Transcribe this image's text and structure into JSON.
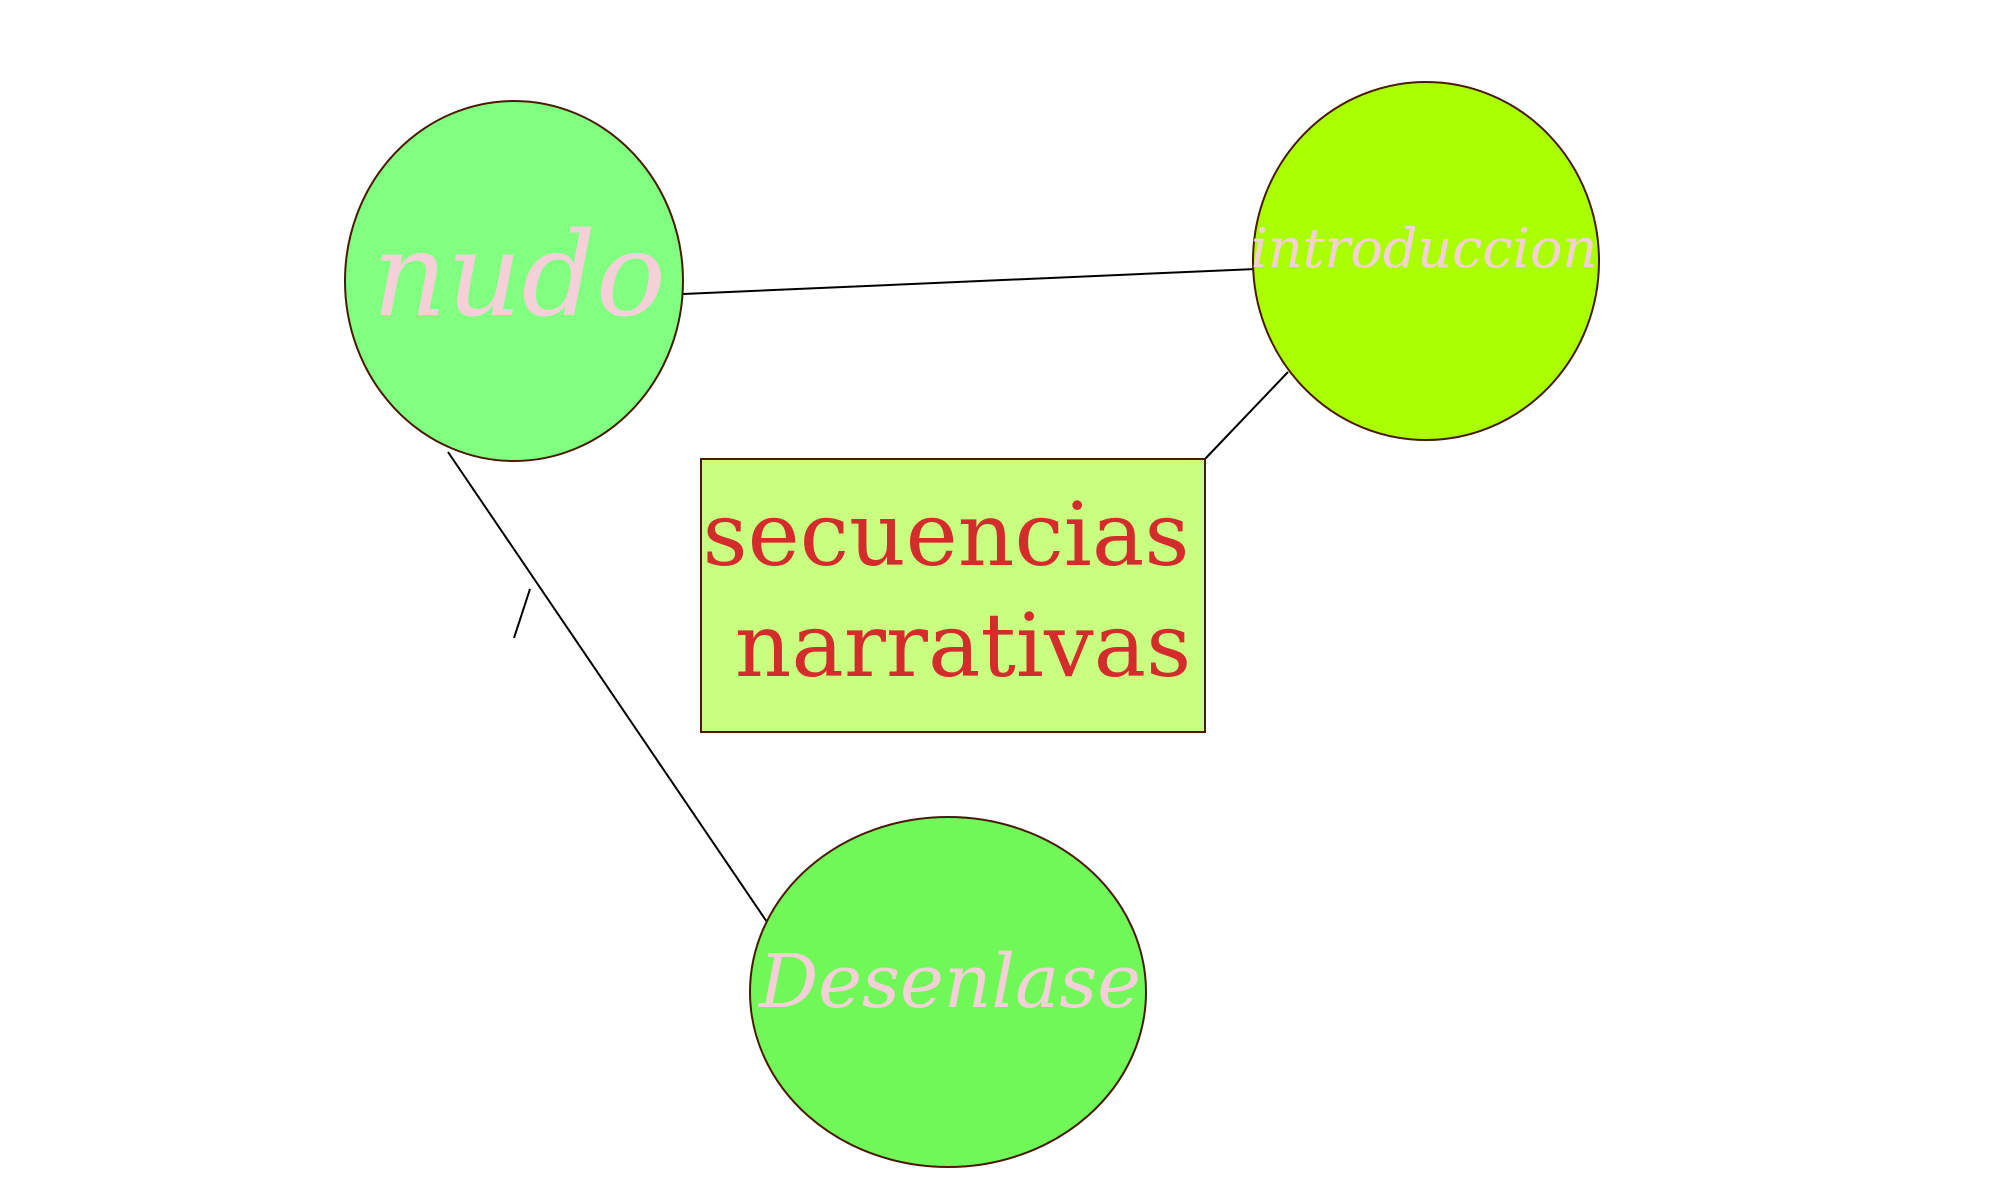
{
  "nodes": {
    "nudo": {
      "label": "nudo",
      "fill": "#80ff80",
      "text_color": "#f5d0d8"
    },
    "introduccion": {
      "label": "introduccion",
      "fill": "#aaff00",
      "text_color": "#f5d0d8"
    },
    "desenlase": {
      "label": "Desenlase",
      "fill": "#70f858",
      "text_color": "#f5d0d8"
    }
  },
  "center_box": {
    "line1": "secuencias",
    "line2": "narrativas",
    "fill": "#c8ff80",
    "text_color": "#d42c2c"
  },
  "colors": {
    "stroke": "#4a1a00",
    "connector": "#000000",
    "background": "#ffffff"
  }
}
